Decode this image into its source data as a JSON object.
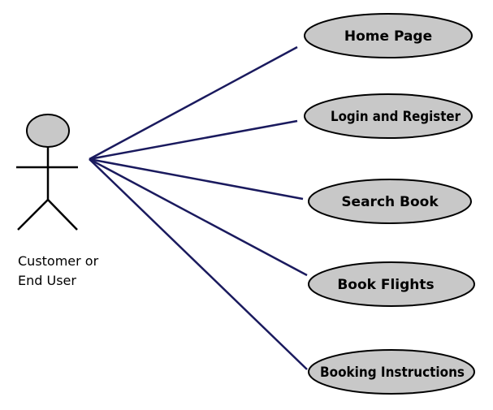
{
  "actor": {
    "label_lines": [
      "Customer or",
      "End User"
    ],
    "head_fill": "#c8c8c8"
  },
  "use_cases": [
    {
      "id": "home-page",
      "label": "Home Page"
    },
    {
      "id": "login-and-register",
      "label": "Login and Register"
    },
    {
      "id": "search-book",
      "label": "Search Book"
    },
    {
      "id": "book-flights",
      "label": "Book Flights"
    },
    {
      "id": "booking-instructions",
      "label": "Booking Instructions"
    }
  ],
  "colors": {
    "ellipse_fill": "#c8c8c8",
    "ellipse_stroke": "#000000",
    "association_line": "#1a1a5e",
    "actor_stroke": "#000000"
  }
}
